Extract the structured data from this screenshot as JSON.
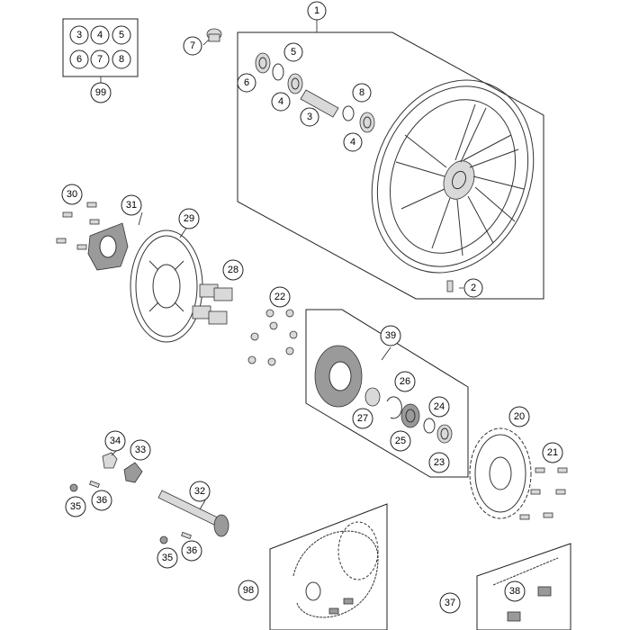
{
  "callouts": {
    "c1": "1",
    "c2": "2",
    "c3": "3",
    "c4a": "4",
    "c4b": "4",
    "c5": "5",
    "c6": "6",
    "c7": "7",
    "c8": "8",
    "c20": "20",
    "c21": "21",
    "c22": "22",
    "c23": "23",
    "c24": "24",
    "c25": "25",
    "c26": "26",
    "c27": "27",
    "c28": "28",
    "c29": "29",
    "c30": "30",
    "c31": "31",
    "c32": "32",
    "c33": "33",
    "c34": "34",
    "c35a": "35",
    "c35b": "35",
    "c36a": "36",
    "c36b": "36",
    "c37": "37",
    "c38": "38",
    "c39": "39",
    "c98": "98",
    "c99": "99"
  },
  "kit_box": {
    "items": [
      "3",
      "4",
      "5",
      "6",
      "7",
      "8"
    ]
  }
}
